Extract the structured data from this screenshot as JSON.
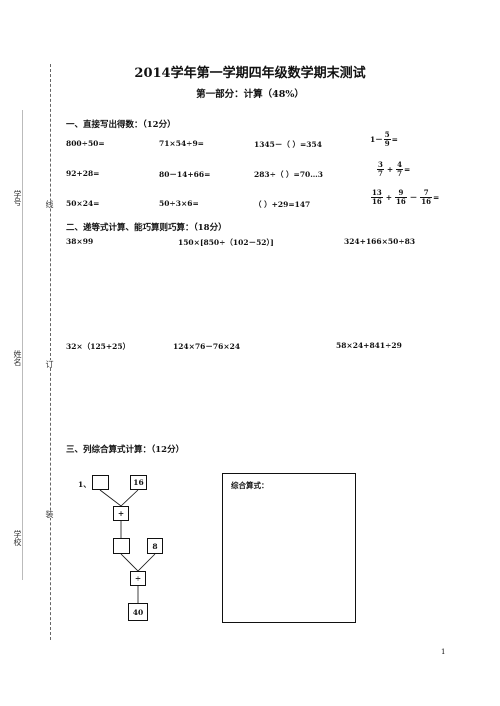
{
  "header": {
    "title": "2014学年第一学期四年级数学期末测试",
    "subtitle": "第一部分：计算（48%）"
  },
  "binding_margin": {
    "xuehao": "学号",
    "xing": "姓名",
    "xuexiao": "学校",
    "xian": "线",
    "ding": "订",
    "zhuang": "装"
  },
  "section1": {
    "heading": "一、直接写出得数：（12分）",
    "row1": [
      "800÷50=",
      "71×54÷9=",
      "1345－（  ）=354"
    ],
    "row2": [
      "92+28=",
      "80－14+66=",
      "283÷（  ）=70…3"
    ],
    "row3": [
      "50×24=",
      "50÷3×6=",
      "（  ）+29=147"
    ],
    "frac1": {
      "lead": "1－",
      "n": "5",
      "d": "9",
      "tail": "="
    },
    "frac2": {
      "n1": "3",
      "d1": "7",
      "op": "+",
      "n2": "4",
      "d2": "7",
      "tail": "="
    },
    "frac3": {
      "n1": "13",
      "d1": "16",
      "op1": "+",
      "n2": "9",
      "d2": "16",
      "op2": "－",
      "n3": "7",
      "d3": "16",
      "tail": "="
    }
  },
  "section2": {
    "heading": "二、递等式计算、能巧算则巧算：（18分）",
    "row1": [
      "38×99",
      "150×[850÷（102－52）]",
      "324+166×50÷83"
    ],
    "row2": [
      "32×（125+25）",
      "124×76－76×24",
      "58×24+841÷29"
    ]
  },
  "section3": {
    "heading": "三、列综合算式计算：（12分）",
    "item_no": "1、",
    "box1": "16",
    "op1": "+",
    "box2": "8",
    "op2": "÷",
    "result": "40",
    "answer_label": "综合算式："
  },
  "footer": {
    "page_number": "1"
  }
}
